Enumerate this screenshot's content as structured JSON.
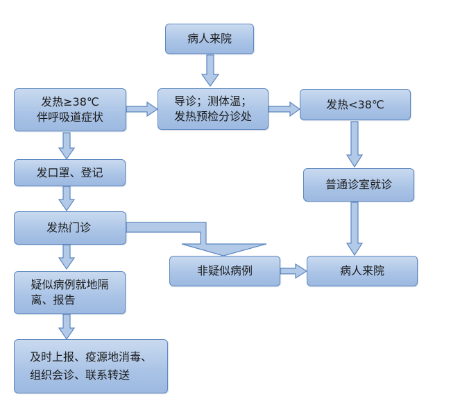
{
  "nodes": {
    "arrive_top": "病人来院",
    "triage": "导诊；测体温；\n发热预检分诊处",
    "fever_high": "发热≥38℃\n伴呼吸道症状",
    "fever_low": "发热<38℃",
    "mask_register": "发口罩、登记",
    "general_clinic": "普通诊室就诊",
    "fever_clinic": "发热门诊",
    "non_suspect": "非疑似病例",
    "arrive_bottom": "病人来院",
    "suspect_isolate": "疑似病例就地隔\n离、报告",
    "report_disinfect": "及时上报、疫源地消毒、\n组织会诊、联系转送"
  }
}
